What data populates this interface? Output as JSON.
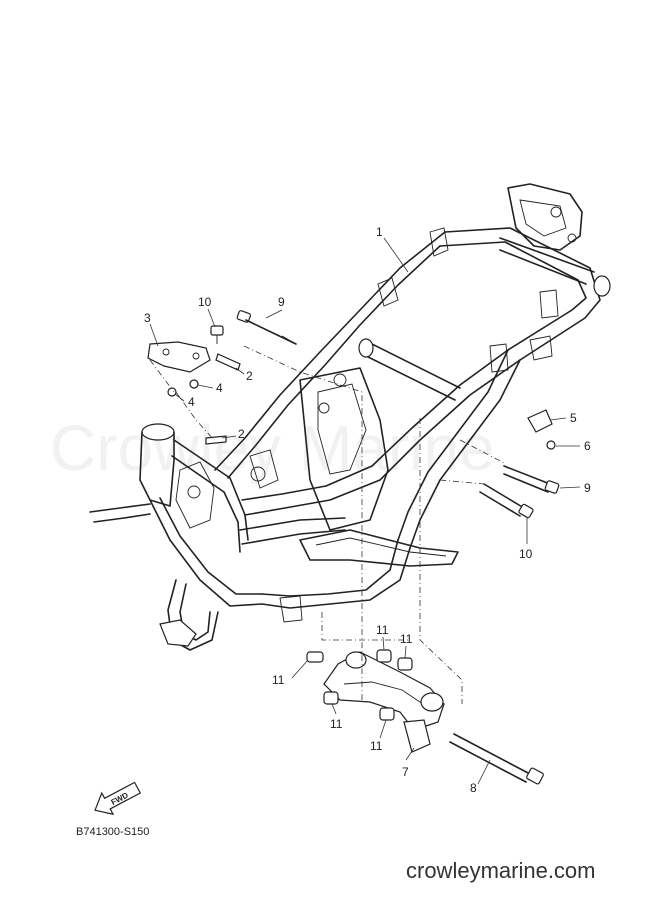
{
  "watermark": "Crowley Marine",
  "diagram_code": "B741300-S150",
  "website": "crowleymarine.com",
  "fwd_label": "FWD",
  "callouts": {
    "c1": "1",
    "c2a": "2",
    "c2b": "2",
    "c3": "3",
    "c4a": "4",
    "c4b": "4",
    "c5": "5",
    "c6": "6",
    "c7": "7",
    "c8": "8",
    "c9a": "9",
    "c9b": "9",
    "c10a": "10",
    "c10b": "10",
    "c11a": "11",
    "c11b": "11",
    "c11c": "11",
    "c11d": "11",
    "c11e": "11"
  }
}
